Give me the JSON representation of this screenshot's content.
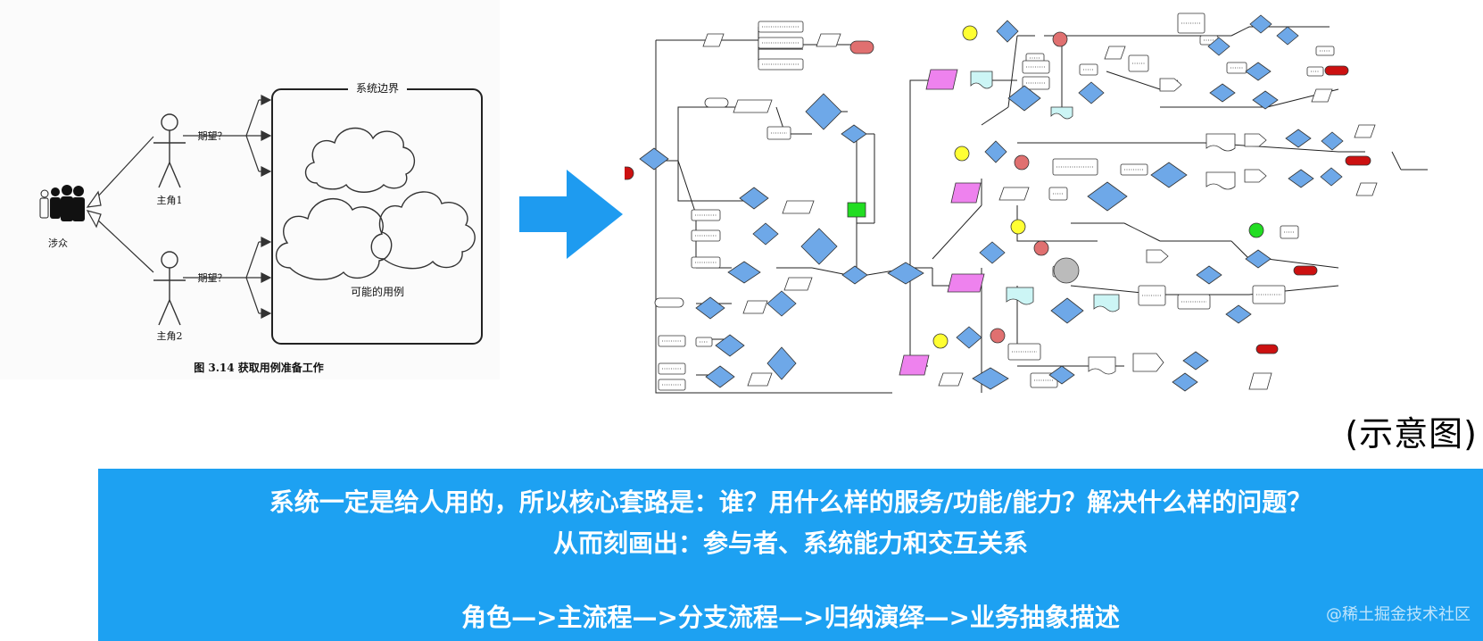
{
  "left_figure": {
    "system_boundary": "系统边界",
    "expectation_top": "期望？",
    "expectation_bottom": "期望？",
    "actor1": "主角1",
    "actor2": "主角2",
    "stakeholders": "涉众",
    "use_cases": "可能的用例",
    "caption": "图 3.14    获取用例准备工作"
  },
  "schematic_label": "(示意图)",
  "banner": {
    "line1": "系统一定是给人用的，所以核心套路是：谁？用什么样的服务/功能/能力？解决什么样的问题？",
    "line2": "从而刻画出：参与者、系统能力和交互关系",
    "line3": "角色—>主流程—>分支流程—>归纳演绎—>业务抽象描述"
  },
  "watermark": "@稀土掘金技术社区",
  "colors": {
    "banner_bg": "#1da1f2",
    "arrow": "#1e9bf0",
    "diamond": "#6ea8e8",
    "terminal_red": "#e07070",
    "start_red": "#cc1111",
    "magenta": "#ee82ee",
    "yellow": "#ffff33",
    "green": "#22dd22",
    "cyan": "#ccf5f5"
  }
}
